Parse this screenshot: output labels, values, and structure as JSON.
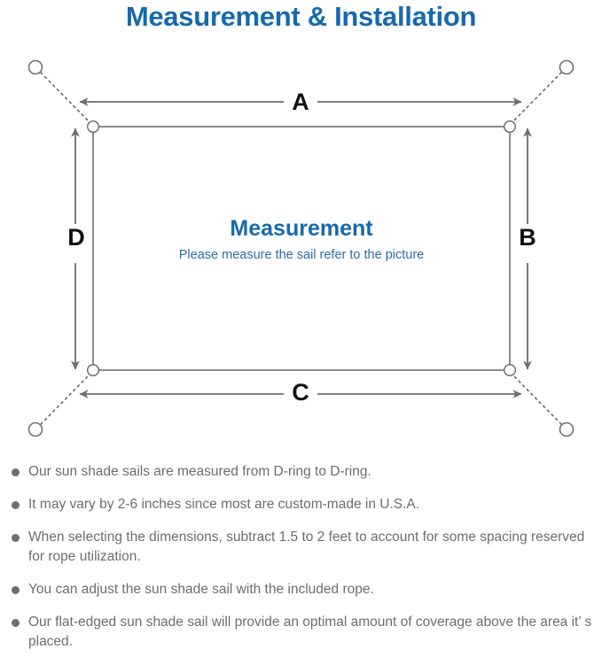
{
  "page": {
    "title": "Measurement & Installation"
  },
  "colors": {
    "title_blue": "#1769ad",
    "body_gray": "#6d6d6d",
    "line_gray": "#6f6f6f",
    "letter_black": "#111111"
  },
  "diagram": {
    "center": {
      "heading": "Measurement",
      "subheading": "Please measure the sail refer to the picture"
    },
    "dimension_labels": {
      "top": "A",
      "right": "B",
      "bottom": "C",
      "left": "D"
    }
  },
  "notes": [
    "Our sun shade sails are measured from D-ring to D-ring.",
    "It may vary by 2-6 inches since most are custom-made in U.S.A.",
    "When selecting the dimensions, subtract 1.5 to 2 feet to account for some spacing reserved for rope utilization.",
    "You can adjust the sun shade sail with the included rope.",
    "Our flat-edged sun shade sail will provide an optimal amount of coverage above the area it’  s placed."
  ]
}
